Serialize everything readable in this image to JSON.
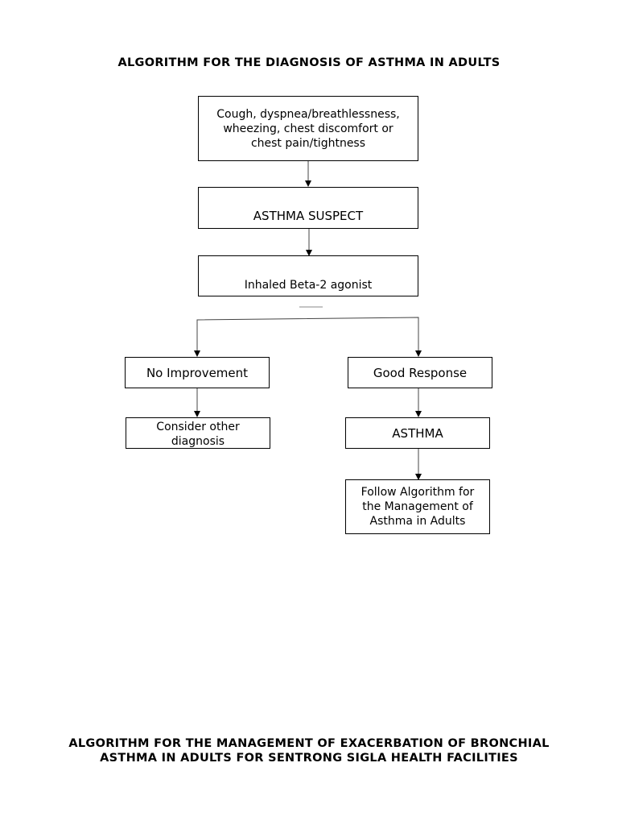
{
  "title": "ALGORITHM FOR THE DIAGNOSIS OF ASTHMA IN ADULTS",
  "nodes": {
    "symptoms": "Cough, dyspnea/breathlessness, wheezing, chest discomfort or chest pain/tightness",
    "suspect": "ASTHMA SUSPECT",
    "beta": "Inhaled Beta-2 agonist",
    "no_improvement": "No Improvement",
    "good_response": "Good Response",
    "consider_other": "Consider other diagnosis",
    "asthma": "ASTHMA",
    "follow": "Follow Algorithm for the Management of Asthma in Adults"
  },
  "footer_title": {
    "line1": "ALGORITHM FOR THE MANAGEMENT OF EXACERBATION OF BRONCHIAL",
    "line2": "ASTHMA IN ADULTS FOR SENTRONG SIGLA HEALTH FACILITIES"
  },
  "colors": {
    "line": "#000000",
    "background": "#ffffff"
  }
}
